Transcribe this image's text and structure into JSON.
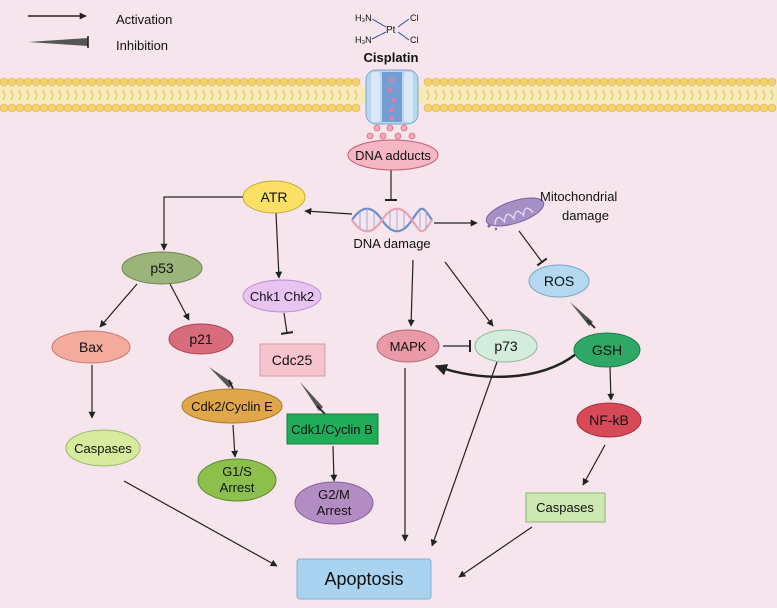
{
  "legend": {
    "activation": "Activation",
    "inhibition": "Inhibition"
  },
  "drug": {
    "formula": {
      "amine_top": "H₃N",
      "amine_bottom": "H₃N",
      "metal": "Pt",
      "chloride_top": "Cl",
      "chloride_bottom": "Cl"
    },
    "name": "Cisplatin"
  },
  "nodes": {
    "dna_adducts": "DNA adducts",
    "dna_damage": "DNA damage",
    "mito_line1": "Mitochondrial",
    "mito_line2": "damage",
    "atr": "ATR",
    "p53": "p53",
    "chk": "Chk1 Chk2",
    "bax": "Bax",
    "p21": "p21",
    "cdc25": "Cdc25",
    "mapk": "MAPK",
    "p73": "p73",
    "ros": "ROS",
    "gsh": "GSH",
    "cdk2": "Cdk2/Cyclin E",
    "cdk1": "Cdk1/Cyclin B",
    "nfkb": "NF-kB",
    "caspases_left": "Caspases",
    "caspases_right": "Caspases",
    "g1s_line1": "G1/S",
    "g1s_line2": "Arrest",
    "g2m_line1": "G2/M",
    "g2m_line2": "Arrest",
    "apoptosis": "Apoptosis"
  },
  "colors": {
    "background": "#f6e5ec",
    "membrane_head": "#f3d16c",
    "channel": "#b9d6ef",
    "adduct_dots": "#e77f93",
    "dna_adducts": "#f4b7c3",
    "atr": "#fbe066",
    "p53": "#9ab47a",
    "chk": "#e8c4f3",
    "bax": "#f2ab9d",
    "p21": "#d86b7c",
    "cdc25": "#f6c4cf",
    "mapk": "#e99aa6",
    "p73": "#d4ecdc",
    "ros": "#b4d8ef",
    "gsh": "#2fa866",
    "cdk2": "#dfa64a",
    "cdk1": "#1fad59",
    "nfkb": "#d84957",
    "caspases_left": "#d6ec9c",
    "caspases_right": "#cde8b2",
    "g1s": "#8cbf4b",
    "g2m": "#b48cc4",
    "apoptosis": "#a9d3ef"
  }
}
